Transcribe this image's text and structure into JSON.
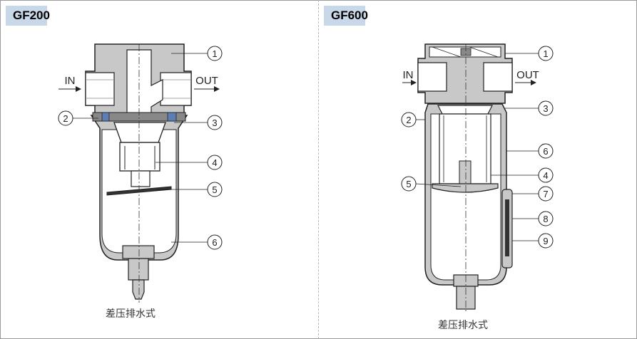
{
  "panels": [
    {
      "title": "GF200",
      "in_label": "IN",
      "out_label": "OUT",
      "callouts": [
        "1",
        "2",
        "3",
        "4",
        "5",
        "6"
      ],
      "caption": "差压排水式"
    },
    {
      "title": "GF600",
      "in_label": "IN",
      "out_label": "OUT",
      "callouts": [
        "1",
        "2",
        "3",
        "4",
        "5",
        "6",
        "7",
        "8",
        "9"
      ],
      "caption": "差压排水式"
    }
  ],
  "colors": {
    "title_bg": "#c9d8e8",
    "body_fill": "#c8c8c8",
    "line": "#222222"
  }
}
